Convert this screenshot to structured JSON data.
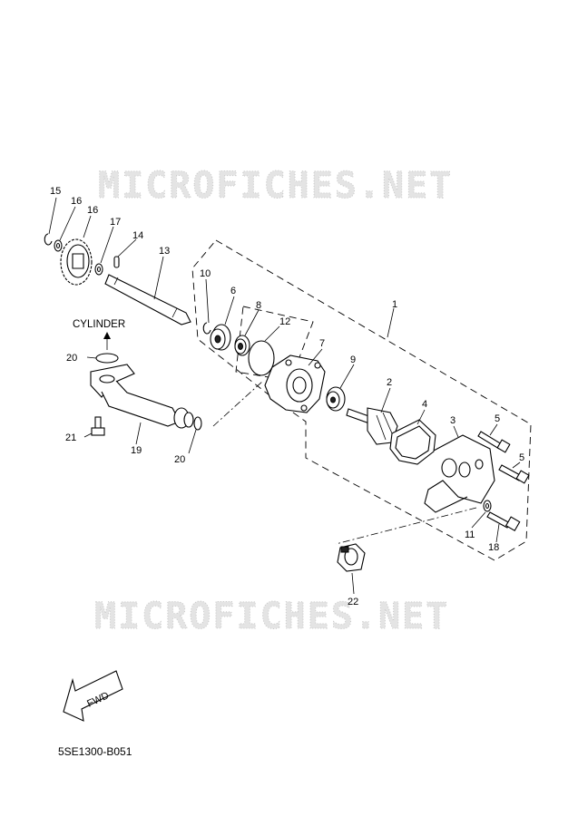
{
  "watermark": "MICROFICHES.NET",
  "cylinder_label": "CYLINDER",
  "fwd_label": "FWD",
  "diagram_code": "5SE1300-B051",
  "callouts": [
    "1",
    "2",
    "3",
    "4",
    "5",
    "5",
    "6",
    "7",
    "8",
    "9",
    "10",
    "11",
    "12",
    "13",
    "14",
    "15",
    "16",
    "16",
    "17",
    "18",
    "19",
    "20",
    "20",
    "21",
    "22"
  ]
}
